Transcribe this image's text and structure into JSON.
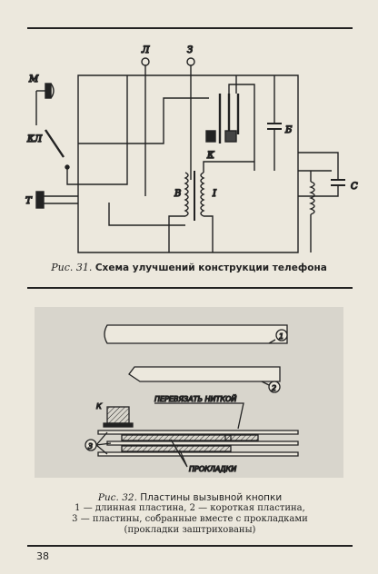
{
  "figure1": {
    "labels": {
      "m": "М",
      "kl": "КЛ",
      "t": "Т",
      "l": "Л",
      "z": "З",
      "k": "К",
      "b": "Б",
      "v": "В",
      "i": "I",
      "s": "С"
    },
    "caption_number": "Рис. 31.",
    "caption_title": "Схема улучшений конструкции телефона"
  },
  "figure2": {
    "labels": {
      "callout1": "1",
      "callout2": "2",
      "callout3": "3",
      "k": "К",
      "tie_note": "ПЕРЕВЯЗАТЬ НИТКОЙ",
      "spacers": "ПРОКЛАДКИ"
    },
    "caption_number": "Рис. 32.",
    "caption_title": "Пластины вызывной кнопки",
    "legend_line1": "1 — длинная пластина, 2 — короткая пластина,",
    "legend_line2": "3 — пластины, собранные вместе с прокладками",
    "legend_line3": "(прокладки заштрихованы)"
  },
  "page_number": "38"
}
